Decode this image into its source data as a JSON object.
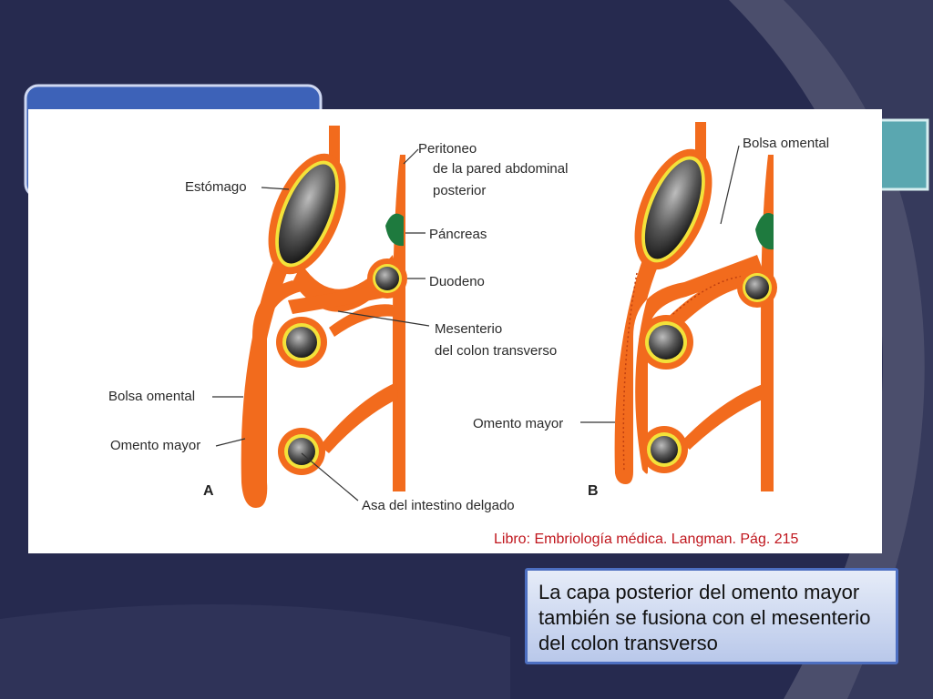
{
  "figure": {
    "labels": {
      "peritoneo_1": "Peritoneo",
      "peritoneo_2": "de la pared abdominal",
      "peritoneo_3": "posterior",
      "estomago": "Estómago",
      "pancreas": "Páncreas",
      "duodeno": "Duodeno",
      "mesenterio_1": "Mesenterio",
      "mesenterio_2": "del colon transverso",
      "bolsa_omental_a": "Bolsa omental",
      "omento_mayor_a": "Omento mayor",
      "asa_intestino": "Asa del intestino delgado",
      "panel_a": "A",
      "bolsa_omental_b": "Bolsa omental",
      "omento_mayor_b": "Omento mayor",
      "panel_b": "B"
    },
    "caption": "Libro: Embriología médica. Langman. Pág. 215"
  },
  "textbox": {
    "text": "La capa posterior del omento mayor también se fusiona con el mesenterio del colon transverso"
  },
  "colors": {
    "background": "#262a4f",
    "mesentery_orange": "#f26b1d",
    "organ_yellow": "#f3e23a",
    "pancreas_green": "#1e7a3e",
    "caption_red": "#c0161d",
    "textbox_border": "#4d6fc1",
    "teal_accent": "#5aa7b0"
  }
}
